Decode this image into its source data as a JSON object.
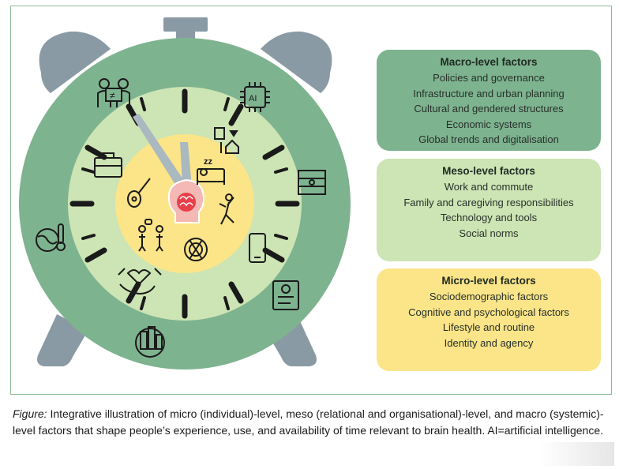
{
  "macro": {
    "title": "Macro-level factors",
    "items": [
      "Policies and governance",
      "Infrastructure and urban planning",
      "Cultural and gendered structures",
      "Economic systems",
      "Global trends and digitalisation"
    ]
  },
  "meso": {
    "title": "Meso-level factors",
    "items": [
      "Work and commute",
      "Family and caregiving responsibilities",
      "Technology and tools",
      "Social norms"
    ]
  },
  "micro": {
    "title": "Micro-level factors",
    "items": [
      "Sociodemographic factors",
      "Cognitive and psychological factors",
      "Lifestyle and routine",
      "Identity and agency"
    ]
  },
  "clock_icons": {
    "ai_chip_label": "AI",
    "sleep_label": "zz",
    "equality_label": "≠"
  },
  "caption": {
    "lead": "Figure:",
    "text": " Integrative illustration of micro (individual)-level, meso (relational and organisational)-level, and macro (systemic)-level factors that shape people’s experience, use, and availability of time relevant to brain health. AI=artificial intelligence."
  },
  "colors": {
    "macro": "#7eb38f",
    "meso": "#cde4b4",
    "micro": "#fbe588",
    "bell": "#8a9aa4",
    "hand": "#aab8c0",
    "brain": "#e8404a"
  }
}
